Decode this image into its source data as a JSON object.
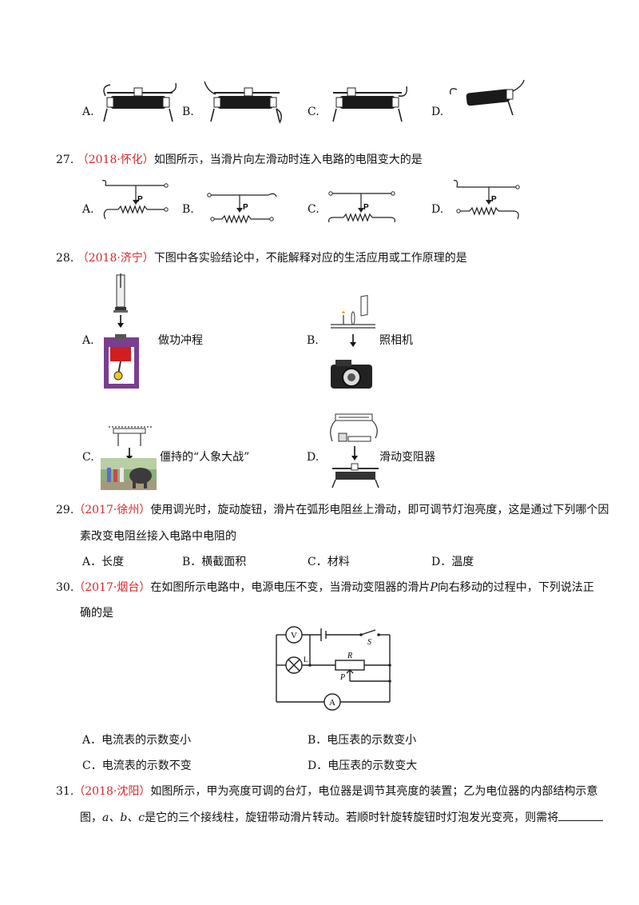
{
  "q26": {
    "options": [
      "A.",
      "B.",
      "C.",
      "D."
    ]
  },
  "q27": {
    "num": "27.",
    "source": "（2018·怀化）",
    "text": "如图所示，当滑片向左滑动时连入电路的电阻变大的是",
    "options": [
      "A.",
      "B.",
      "C.",
      "D."
    ],
    "slider_label": "P"
  },
  "q28": {
    "num": "28.",
    "source": "（2018·济宁）",
    "text": "下图中各实验结论中，不能解释对应的生活应用或工作原理的是",
    "options": [
      {
        "letter": "A.",
        "caption": "做功冲程"
      },
      {
        "letter": "B.",
        "caption": "照相机"
      },
      {
        "letter": "C.",
        "caption": "僵持的“人象大战”"
      },
      {
        "letter": "D.",
        "caption": "滑动变阻器"
      }
    ]
  },
  "q29": {
    "num": "29.",
    "source": "（2017·徐州）",
    "text_line1": "使用调光时，旋动旋钮，滑片在弧形电阻丝上滑动，即可调节灯泡亮度，这是通过下列哪个因",
    "text_line2": "素改变电阻丝接入电路中电阻的",
    "options": [
      "A．长度",
      "B．横截面积",
      "C．材料",
      "D．温度"
    ]
  },
  "q30": {
    "num": "30.",
    "source": "（2017·烟台）",
    "text_line1_a": "在如图所示电路中，电源电压不变，当滑动变阻器的滑片",
    "text_line1_var": "P",
    "text_line1_b": "向右移动的过程中，下列说法正",
    "text_line2": "确的是",
    "circuit_labels": {
      "voltmeter": "V",
      "ammeter": "A",
      "switch": "S",
      "resistor": "R",
      "slider": "P",
      "lamp": "L"
    },
    "options": [
      "A．电流表的示数变小",
      "B．电压表的示数变小",
      "C．电流表的示数不变",
      "D．电压表的示数变大"
    ]
  },
  "q31": {
    "num": "31.",
    "source": "（2018·沈阳）",
    "text_line1": "如图所示，甲为亮度可调的台灯，电位器是调节其亮度的装置；乙为电位器的内部结构示意",
    "text_line2_a": "图，",
    "text_line2_vars": "a、b、c",
    "text_line2_b": "是它的三个接线柱，旋钮带动滑片转动。若顺时针旋转旋钮时灯泡发光变亮，则需将"
  }
}
